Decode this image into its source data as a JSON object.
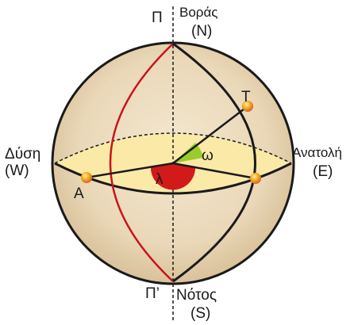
{
  "labels": {
    "pole_north_symbol": "Π",
    "north_name": "Βοράς",
    "north_code": "(N)",
    "pole_south_symbol": "Π’",
    "south_name": "Νότος",
    "south_code": "(S)",
    "west_name": "Δύση",
    "west_code": "(W)",
    "east_name": "Ανατολή",
    "east_code": "(E)",
    "point_T": "Τ",
    "point_A": "Α",
    "angle_omega": "ω",
    "angle_lambda": "λ"
  },
  "colors": {
    "sphere_fill": "#ecdcc0",
    "equator_fill": "#fbe9a8",
    "meridian_red": "#c8141c",
    "omega_wedge": "#9ccb2c",
    "lambda_wedge": "#d21a1a",
    "point_marker": "#f6a21e",
    "outline": "#1a1a1a"
  }
}
